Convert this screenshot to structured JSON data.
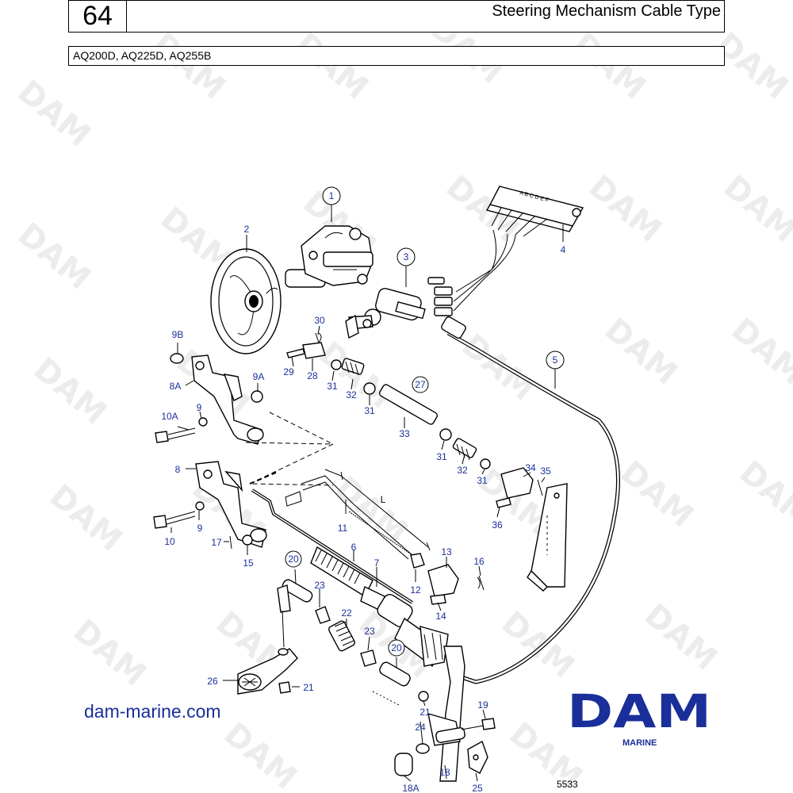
{
  "header": {
    "page_number": "64",
    "title": "Steering Mechanism Cable Type",
    "models": "AQ200D, AQ225D, AQ255B"
  },
  "watermark": {
    "text": "DAM",
    "color": "#e9e9e9"
  },
  "logo": {
    "text": "DAM",
    "subtext": "MARINE",
    "color": "#1a2f9a"
  },
  "site_url": "dam-marine.com",
  "drawing_number": "5533",
  "dimension_label": "L",
  "colors": {
    "callout": "#1a2f9a",
    "line": "#000000"
  },
  "switch_terminals": "A B C D E F",
  "callouts": {
    "c1": "1",
    "c2": "2",
    "c3": "3",
    "c4": "4",
    "c5": "5",
    "c6": "6",
    "c7": "7",
    "c8": "8",
    "c8a": "8A",
    "c9": "9",
    "c9b": "9",
    "c9a": "9A",
    "c9bb": "9B",
    "c10": "10",
    "c10a": "10A",
    "c11": "11",
    "c12": "12",
    "c13": "13",
    "c14": "14",
    "c15": "15",
    "c16": "16",
    "c17": "17",
    "c18": "18",
    "c18a": "18A",
    "c19": "19",
    "c20a": "20",
    "c20b": "20",
    "c21a": "21",
    "c21b": "21",
    "c22": "22",
    "c23a": "23",
    "c23b": "23",
    "c24": "24",
    "c25": "25",
    "c26": "26",
    "c27": "27",
    "c28": "28",
    "c29": "29",
    "c30": "30",
    "c31a": "31",
    "c31b": "31",
    "c31c": "31",
    "c31d": "31",
    "c32a": "32",
    "c32b": "32",
    "c33": "33",
    "c34": "34",
    "c35": "35",
    "c36": "36"
  }
}
